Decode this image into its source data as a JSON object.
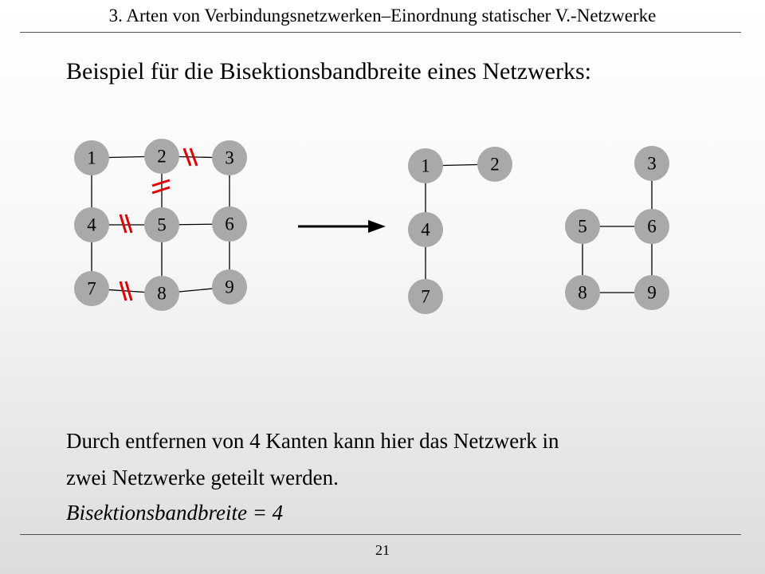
{
  "header": {
    "title": "3. Arten von Verbindungsnetzwerken–Einordnung statischer V.-Netzwerke"
  },
  "content": {
    "heading": "Beispiel für die Bisektionsbandbreite eines Netzwerks:",
    "line1": "Durch entfernen von 4 Kanten kann hier das Netzwerk in",
    "line2": "zwei Netzwerke geteilt werden.",
    "result": "Bisektionsbandbreite = 4"
  },
  "footer": {
    "page_number": "21"
  },
  "diagram": {
    "colors": {
      "node_fill": "#a9a9a9",
      "edge": "#000000",
      "cut_mark": "#e00000"
    },
    "original_network": {
      "nodes": [
        "1",
        "2",
        "3",
        "4",
        "5",
        "6",
        "7",
        "8",
        "9"
      ]
    },
    "partition_a": {
      "nodes": [
        "1",
        "2",
        "4",
        "7"
      ]
    },
    "partition_b": {
      "nodes": [
        "3",
        "5",
        "6",
        "8",
        "9"
      ]
    }
  }
}
